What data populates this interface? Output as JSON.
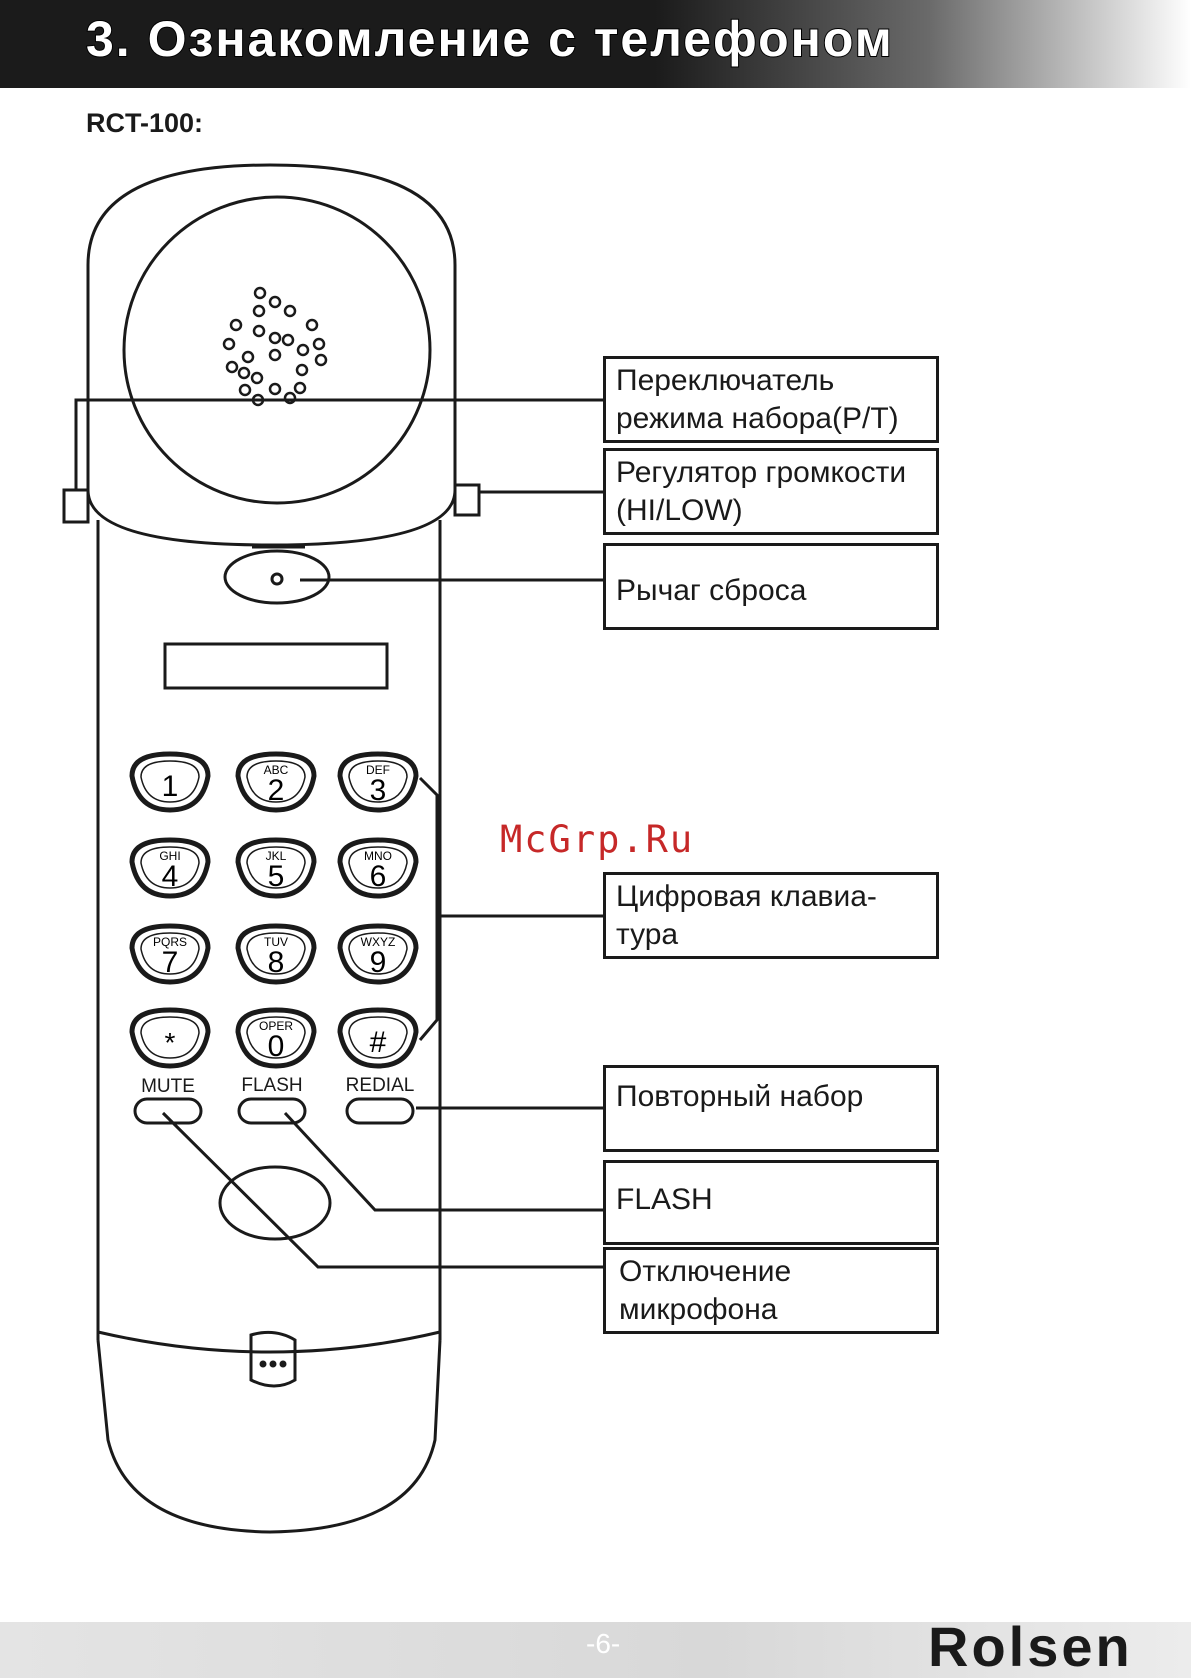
{
  "header": {
    "title": "3. Ознакомление с телефоном"
  },
  "model": "RCT-100:",
  "keys": [
    {
      "digit": "1",
      "letters": ""
    },
    {
      "digit": "2",
      "letters": "ABC"
    },
    {
      "digit": "3",
      "letters": "DEF"
    },
    {
      "digit": "4",
      "letters": "GHI"
    },
    {
      "digit": "5",
      "letters": "JKL"
    },
    {
      "digit": "6",
      "letters": "MNO"
    },
    {
      "digit": "7",
      "letters": "PQRS"
    },
    {
      "digit": "8",
      "letters": "TUV"
    },
    {
      "digit": "9",
      "letters": "WXYZ"
    },
    {
      "digit": "*",
      "letters": ""
    },
    {
      "digit": "0",
      "letters": "OPER"
    },
    {
      "digit": "#",
      "letters": ""
    }
  ],
  "function_buttons": {
    "mute": "MUTE",
    "flash": "FLASH",
    "redial": "REDIAL"
  },
  "callouts": {
    "mode_switch": [
      "Переключатель",
      "режима набора(P/T)"
    ],
    "volume": [
      "Регулятор громкости",
      "(HI/LOW)"
    ],
    "hook": [
      "Рычаг сброса"
    ],
    "keypad": [
      "Цифровая клавиа-",
      "тура"
    ],
    "redial": [
      "Повторный набор"
    ],
    "flash": [
      "FLASH"
    ],
    "mute": [
      "Отключение",
      "микрофона"
    ]
  },
  "watermark": "McGrp.Ru",
  "footer": {
    "page": "-6-",
    "brand": "Rolsen"
  }
}
